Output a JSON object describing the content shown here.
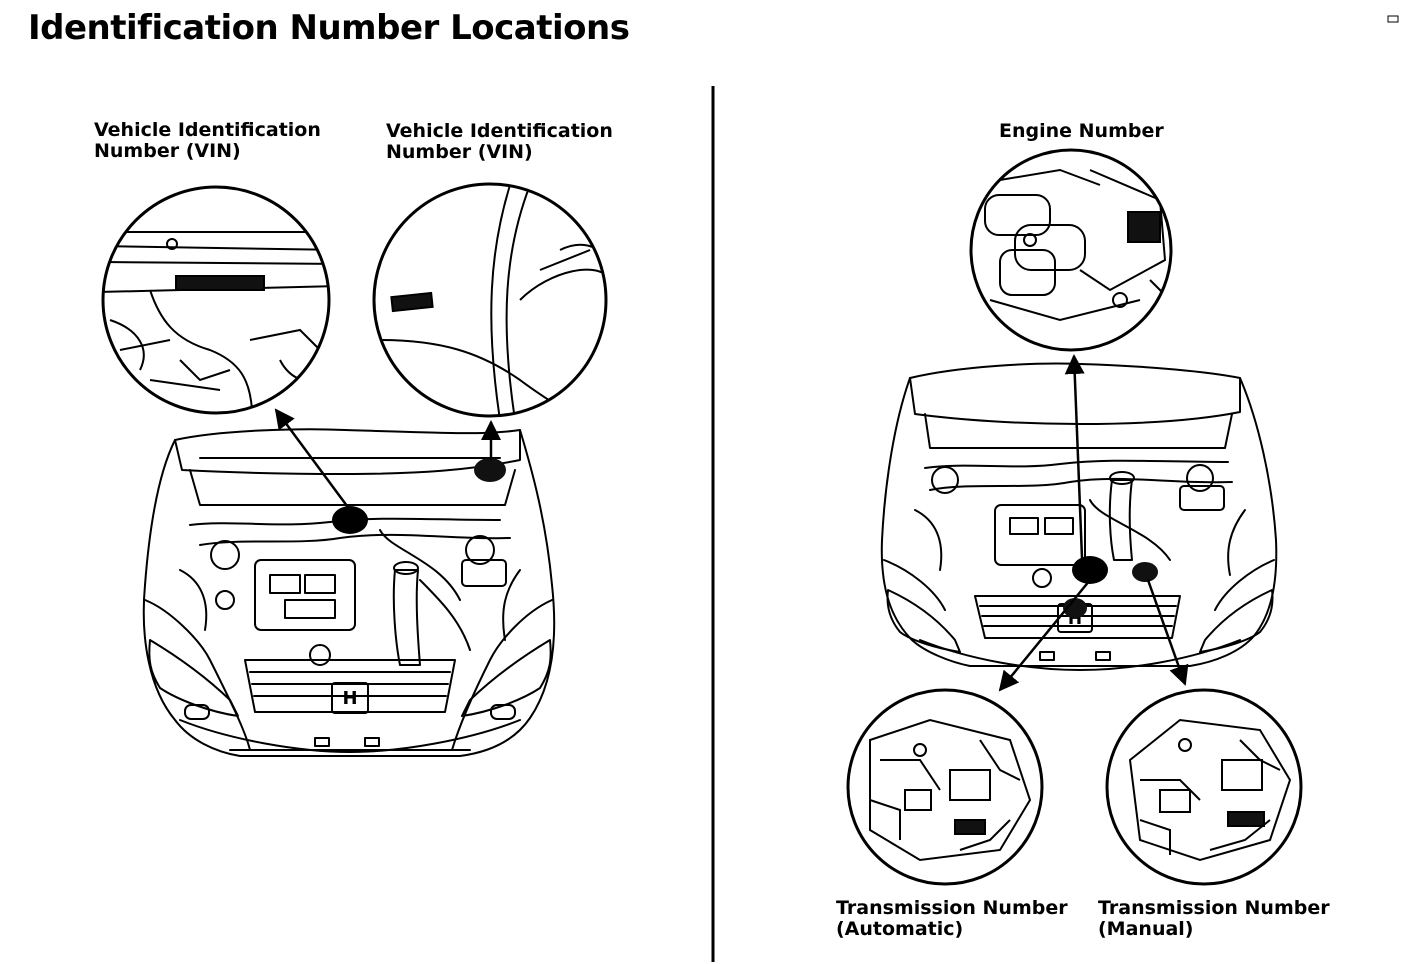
{
  "page": {
    "title": "Identification Number Locations"
  },
  "left_panel": {
    "callouts": [
      {
        "line1": "Vehicle Identification",
        "line2": "Number (VIN)"
      },
      {
        "line1": "Vehicle Identification",
        "line2": "Number (VIN)"
      }
    ]
  },
  "right_panel": {
    "engine": {
      "line1": "Engine Number"
    },
    "trans_auto": {
      "line1": "Transmission Number",
      "line2": "(Automatic)"
    },
    "trans_manual": {
      "line1": "Transmission Number",
      "line2": "(Manual)"
    }
  }
}
